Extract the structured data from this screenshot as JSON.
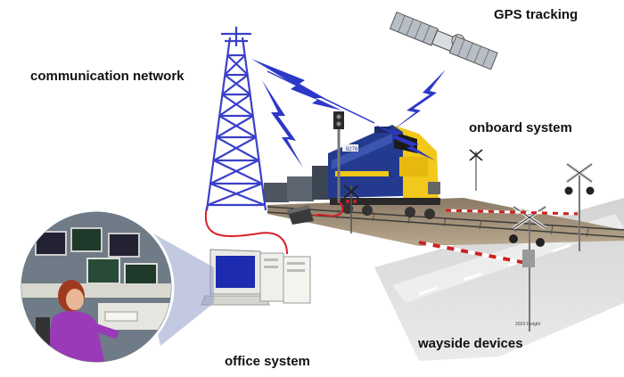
{
  "labels": {
    "communication_network": "communication network",
    "gps_tracking": "GPS tracking",
    "onboard_system": "onboard system",
    "wayside_devices": "wayside devices",
    "office_system": "office system"
  },
  "credit": "2023 Freight",
  "colors": {
    "tower": "#3a40c8",
    "lightning": "#2d38c8",
    "cable": "#d8202a",
    "locomotive_body": "#233a8f",
    "locomotive_nose": "#f2c81a",
    "operator_shirt": "#9a3ab8",
    "operator_hair": "#a03a1e"
  },
  "icons": {
    "satellite": "satellite-icon",
    "tower": "radio-tower-icon",
    "train": "locomotive-icon",
    "crossing": "railroad-crossing-icon",
    "computer": "computer-workstation-icon"
  }
}
